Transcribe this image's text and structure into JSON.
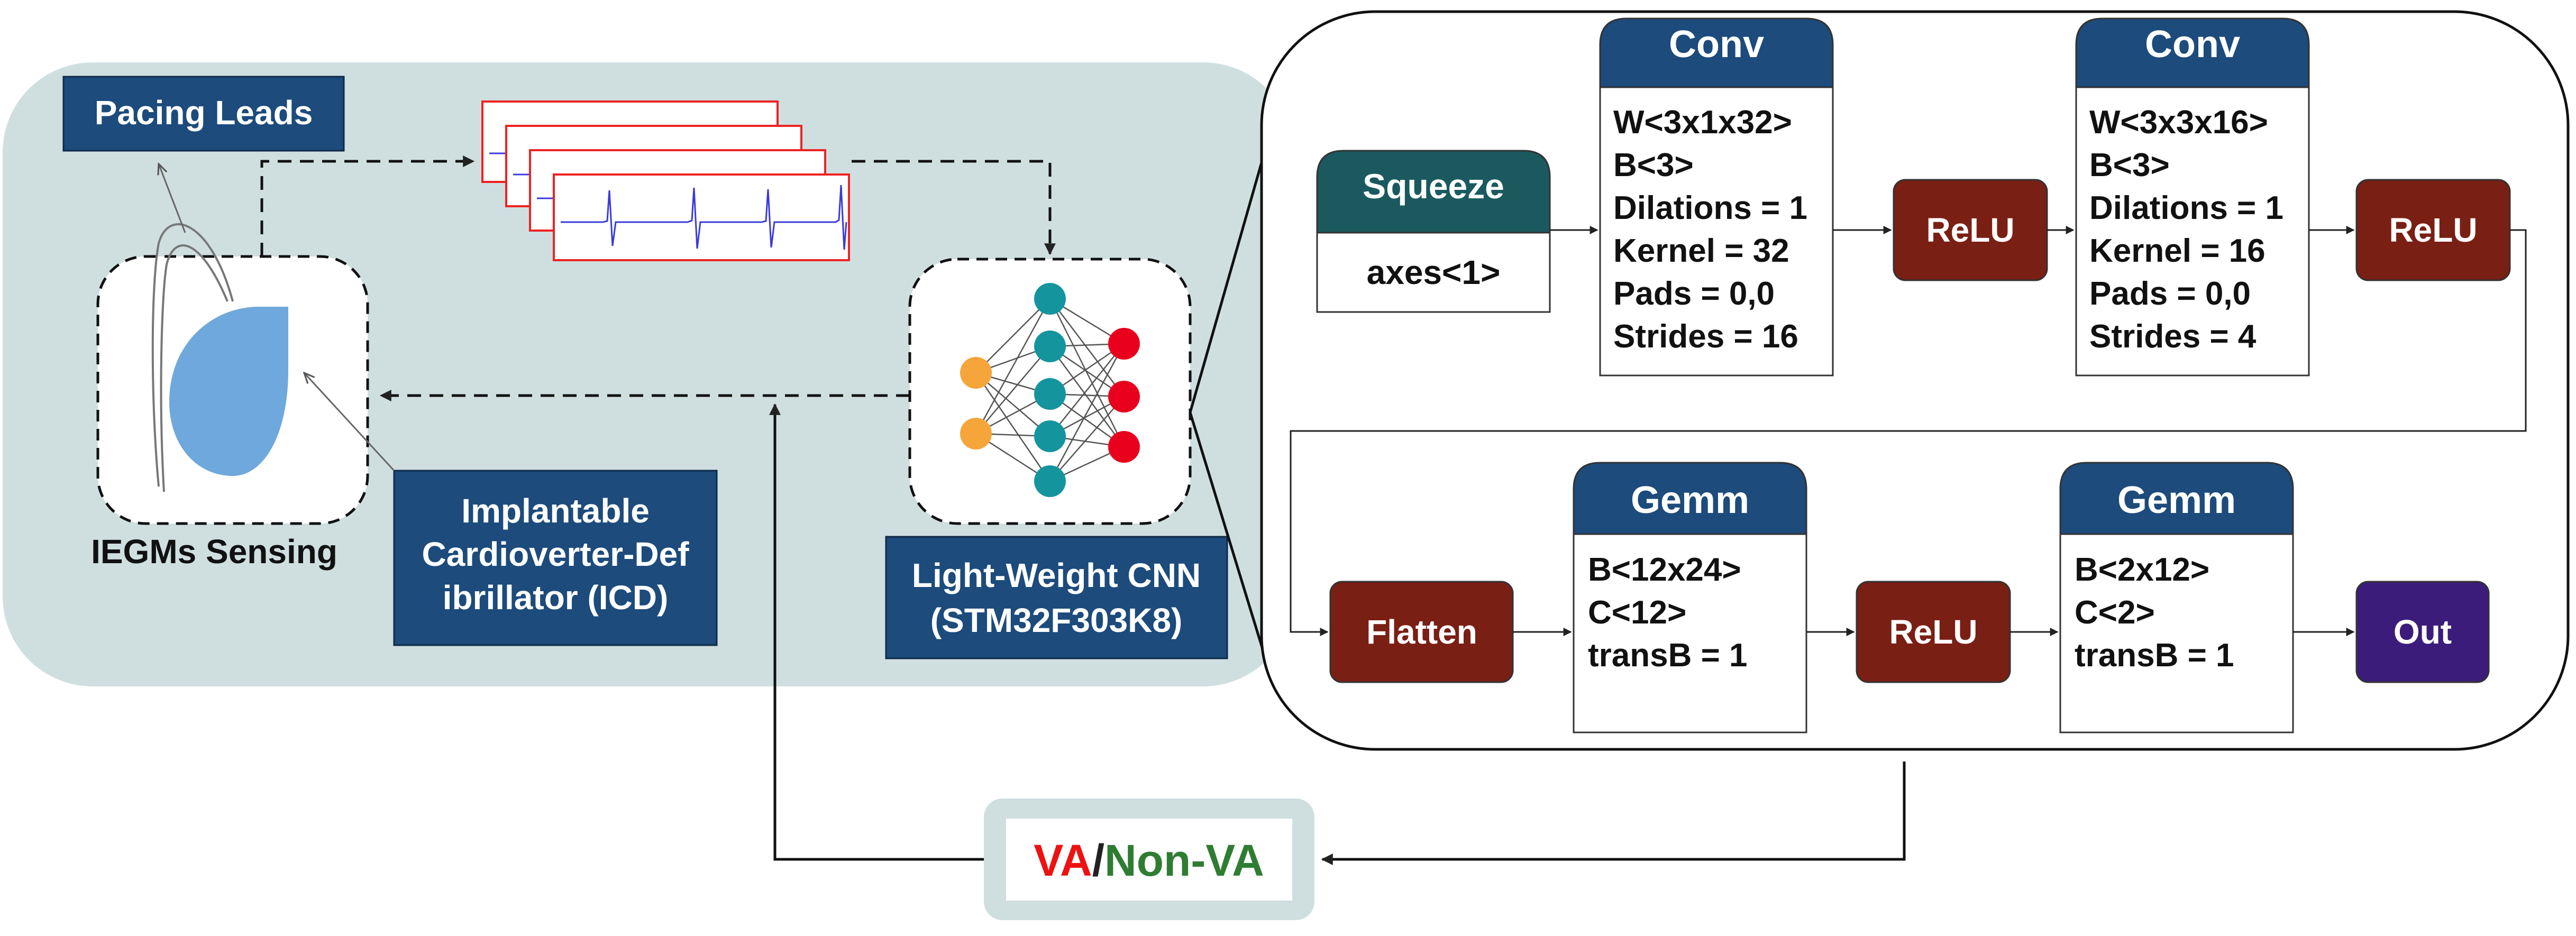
{
  "left_panel": {
    "pacing_leads": "Pacing Leads",
    "iegm_sensing": "IEGMs Sensing",
    "icd_label": [
      "Implantable",
      "Cardioverter-Def",
      "ibrillator (ICD)"
    ],
    "cnn_label": [
      "Light-Weight CNN",
      "(STM32F303K8)"
    ]
  },
  "network": {
    "squeeze": {
      "title": "Squeeze",
      "param": "axes<1>"
    },
    "conv1": {
      "title": "Conv",
      "params": [
        "W<3x1x32>",
        "B<3>",
        "Dilations = 1",
        "Kernel = 32",
        "Pads = 0,0",
        "Strides = 16"
      ]
    },
    "relu1": "ReLU",
    "conv2": {
      "title": "Conv",
      "params": [
        "W<3x3x16>",
        "B<3>",
        "Dilations = 1",
        "Kernel = 16",
        "Pads = 0,0",
        "Strides = 4"
      ]
    },
    "relu2": "ReLU",
    "flatten": "Flatten",
    "gemm1": {
      "title": "Gemm",
      "params": [
        "B<12x24>",
        "C<12>",
        "transB = 1"
      ]
    },
    "relu3": "ReLU",
    "gemm2": {
      "title": "Gemm",
      "params": [
        "B<2x12>",
        "C<2>",
        "transB = 1"
      ]
    },
    "out": "Out"
  },
  "result": {
    "va": "VA",
    "sep": "/",
    "nonva": "Non-VA"
  },
  "colors": {
    "panel_bg": "#cfdfe0",
    "navy": "#1c4b7c",
    "teal_dark": "#1a5a5e",
    "brick": "#7a1f14",
    "purple": "#3b1c7a",
    "ecg_blue": "#3a3adc",
    "ecg_border": "#ee2222",
    "va_red": "#ee1111",
    "nonva_green": "#2e7d32",
    "heart_blue": "#6fa8dc",
    "node_orange": "#f6a53a",
    "node_teal": "#14959e",
    "node_red": "#e8001c"
  }
}
